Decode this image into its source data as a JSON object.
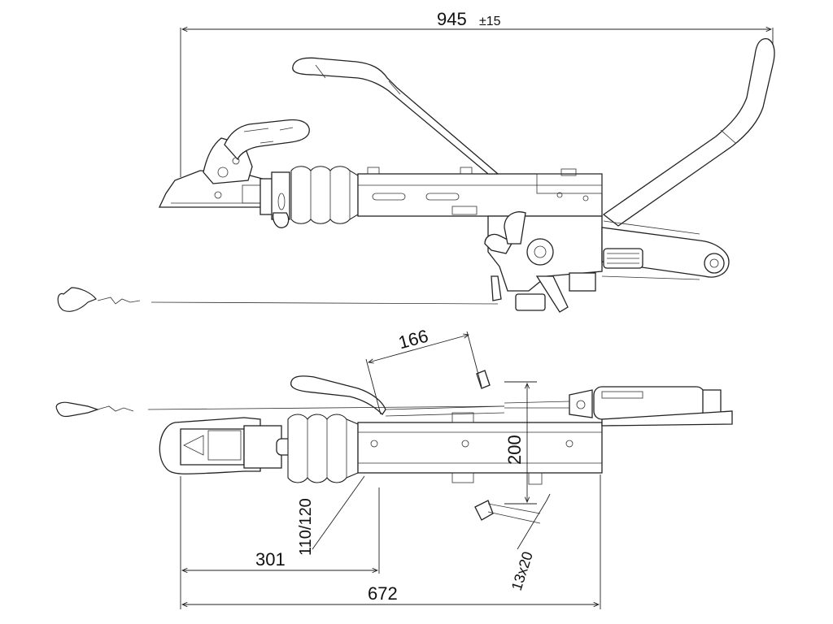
{
  "dimensions": {
    "overall_length": "945",
    "overall_tolerance": "±15",
    "travel_length": "166",
    "bolt_spacing": "200",
    "flange_size": "110/120",
    "hole_size": "13x20",
    "coupling_offset": "301",
    "mounting_length": "672"
  }
}
